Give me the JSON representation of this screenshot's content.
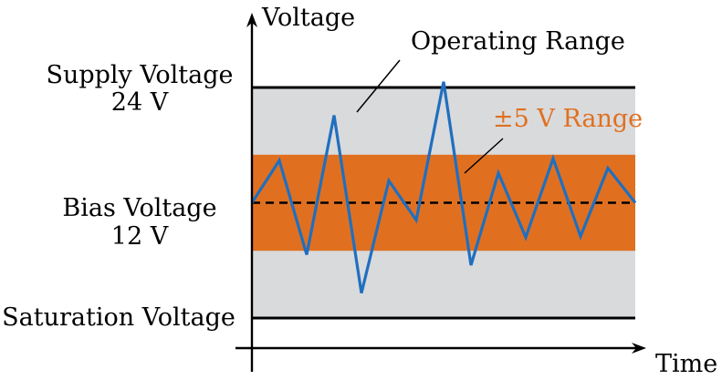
{
  "diagram": {
    "y_axis_label": "Voltage",
    "x_axis_label": "Time",
    "supply_label_line1": "Supply Voltage",
    "supply_label_line2": "24 V",
    "bias_label_line1": "Bias Voltage",
    "bias_label_line2": "12 V",
    "saturation_label": "Saturation Voltage",
    "operating_range_label": "Operating Range",
    "band_label": "±5 V Range"
  },
  "chart_data": {
    "type": "line",
    "title": "",
    "xlabel": "Time",
    "ylabel": "Voltage",
    "ylim": [
      0,
      24
    ],
    "supply_voltage": 24,
    "bias_voltage": 12,
    "saturation_voltage": 0,
    "band": [
      7,
      17
    ],
    "colors": {
      "operating_range": "#d9dadc",
      "band": "#e07020",
      "signal": "#1f6fc0",
      "band_label": "#e07020"
    },
    "series": [
      {
        "values": [
          12,
          16.4,
          6.6,
          21.1,
          2.6,
          14.3,
          10.2,
          24.6,
          5.5,
          15.1,
          8.4,
          16.6,
          8.5,
          15.6,
          12
        ]
      }
    ]
  }
}
